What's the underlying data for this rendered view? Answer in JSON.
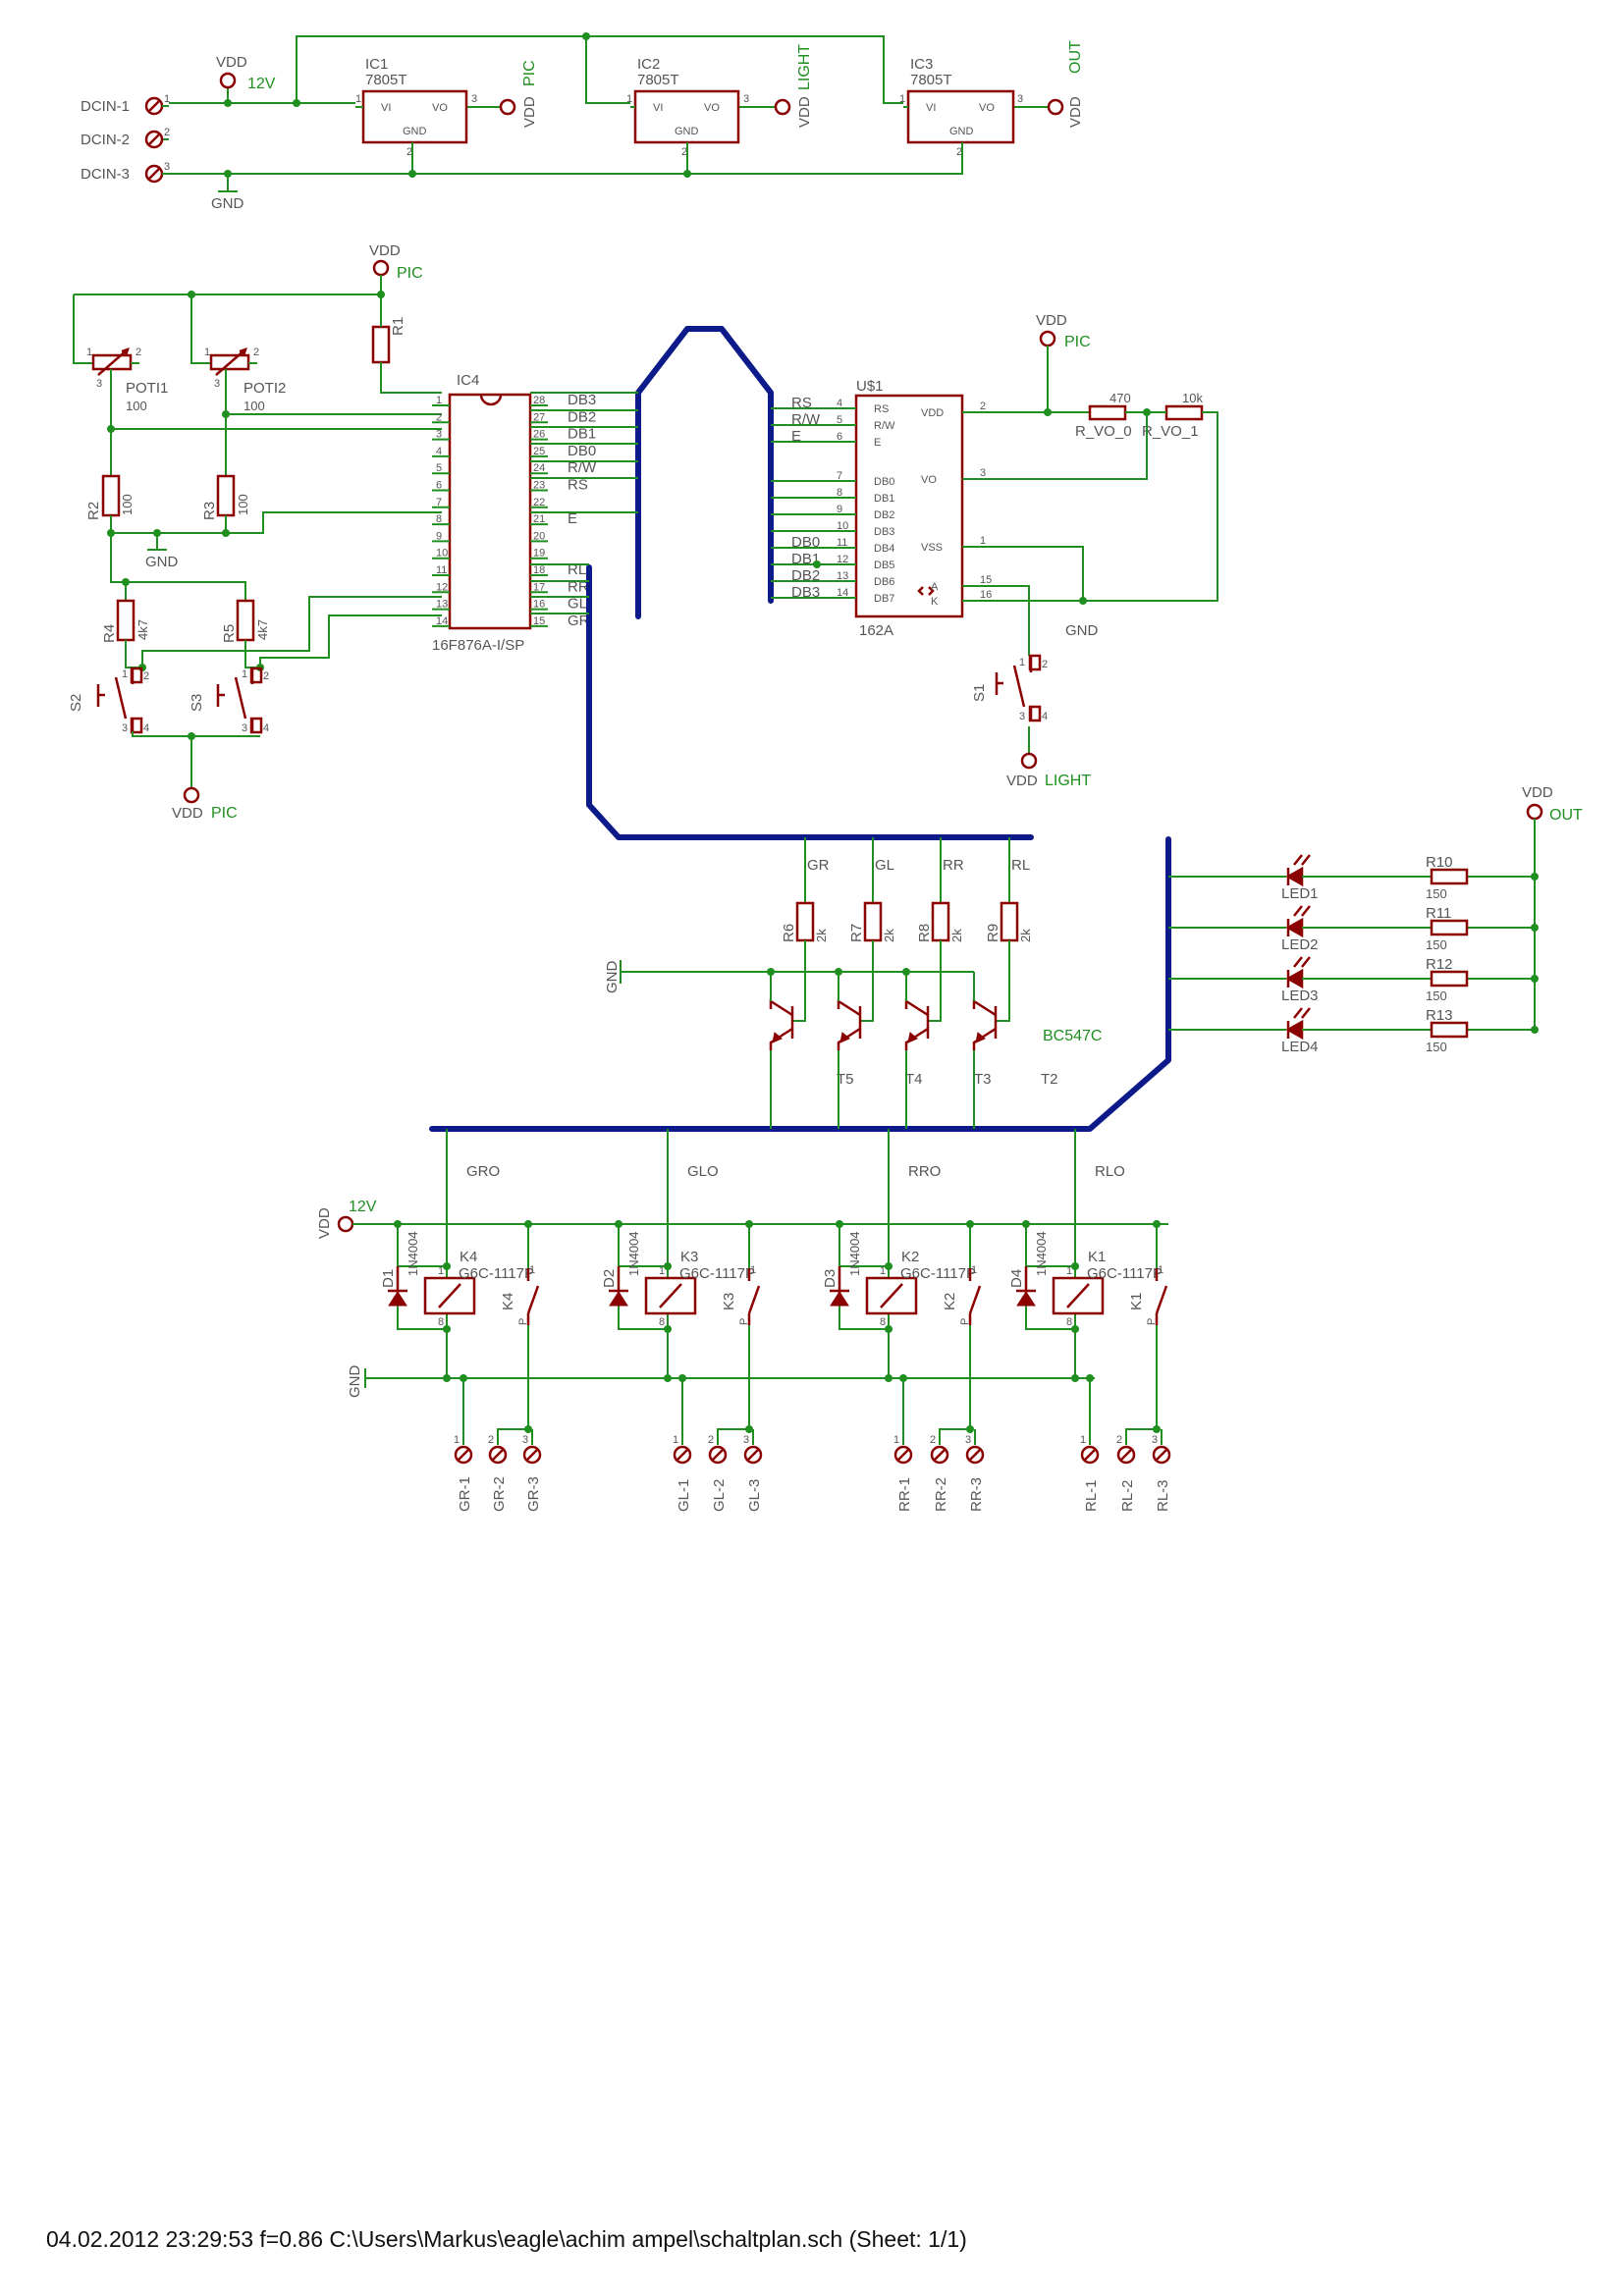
{
  "regulators": [
    {
      "ref": "IC1",
      "part": "7805T",
      "vi": "VI",
      "vo": "VO",
      "gnd": "GND",
      "out_supply": "VDD",
      "out_net": "PIC"
    },
    {
      "ref": "IC2",
      "part": "7805T",
      "vi": "VI",
      "vo": "VO",
      "gnd": "GND",
      "out_supply": "VDD",
      "out_net": "LIGHT"
    },
    {
      "ref": "IC3",
      "part": "7805T",
      "vi": "VI",
      "vo": "VO",
      "gnd": "GND",
      "out_supply": "VDD",
      "out_net": "OUT"
    }
  ],
  "dc_in": [
    "DCIN-1",
    "DCIN-2",
    "DCIN-3"
  ],
  "supply": {
    "vdd": "VDD",
    "v12": "12V",
    "gnd": "GND",
    "pic": "PIC",
    "light": "LIGHT",
    "out": "OUT"
  },
  "pots": [
    {
      "ref": "POTI1",
      "value": "100"
    },
    {
      "ref": "POTI2",
      "value": "100"
    }
  ],
  "resistors": {
    "r1": {
      "ref": "R1"
    },
    "r2": {
      "ref": "R2",
      "value": "100"
    },
    "r3": {
      "ref": "R3",
      "value": "100"
    },
    "r4": {
      "ref": "R4",
      "value": "4k7"
    },
    "r5": {
      "ref": "R5",
      "value": "4k7"
    },
    "r6": {
      "ref": "R6",
      "value": "2k"
    },
    "r7": {
      "ref": "R7",
      "value": "2k"
    },
    "r8": {
      "ref": "R8",
      "value": "2k"
    },
    "r9": {
      "ref": "R9",
      "value": "2k"
    },
    "r10": {
      "ref": "R10",
      "value": "150"
    },
    "r11": {
      "ref": "R11",
      "value": "150"
    },
    "r12": {
      "ref": "R12",
      "value": "150"
    },
    "r13": {
      "ref": "R13",
      "value": "150"
    },
    "rvo0": {
      "ref": "R_VO_0",
      "value": "470"
    },
    "rvo1": {
      "ref": "R_VO_1",
      "value": "10k"
    }
  },
  "switches": [
    "S1",
    "S2",
    "S3"
  ],
  "mcu": {
    "ref": "IC4",
    "part": "16F876A-I/SP",
    "left_pins": [
      "1",
      "2",
      "3",
      "4",
      "5",
      "6",
      "7",
      "8",
      "9",
      "10",
      "11",
      "12",
      "13",
      "14"
    ],
    "right_pins": [
      "28",
      "27",
      "26",
      "25",
      "24",
      "23",
      "22",
      "21",
      "20",
      "19",
      "18",
      "17",
      "16",
      "15"
    ],
    "right_nets": [
      "DB3",
      "DB2",
      "DB1",
      "DB0",
      "R/W",
      "RS",
      "",
      "E",
      "",
      "",
      "RL",
      "RR",
      "GL",
      "GR"
    ]
  },
  "lcd": {
    "ref": "U$1",
    "part": "162A",
    "left_pins": [
      {
        "num": "4",
        "name": "RS",
        "net": "RS"
      },
      {
        "num": "5",
        "name": "R/W",
        "net": "R/W"
      },
      {
        "num": "6",
        "name": "E",
        "net": "E"
      },
      {
        "num": "7",
        "name": "DB0",
        "net": ""
      },
      {
        "num": "8",
        "name": "DB1",
        "net": ""
      },
      {
        "num": "9",
        "name": "DB2",
        "net": ""
      },
      {
        "num": "10",
        "name": "DB3",
        "net": ""
      },
      {
        "num": "11",
        "name": "DB4",
        "net": "DB0"
      },
      {
        "num": "12",
        "name": "DB5",
        "net": "DB1"
      },
      {
        "num": "13",
        "name": "DB6",
        "net": "DB2"
      },
      {
        "num": "14",
        "name": "DB7",
        "net": "DB3"
      }
    ],
    "right_pins": [
      {
        "num": "2",
        "name": "VDD"
      },
      {
        "num": "3",
        "name": "VO"
      },
      {
        "num": "1",
        "name": "VSS"
      },
      {
        "num": "15",
        "name": "A"
      },
      {
        "num": "16",
        "name": "K"
      }
    ]
  },
  "driver_nets": [
    "GR",
    "GL",
    "RR",
    "RL"
  ],
  "transistors": {
    "part": "BC547C",
    "refs": [
      "T5",
      "T4",
      "T3",
      "T2"
    ]
  },
  "leds": [
    "LED1",
    "LED2",
    "LED3",
    "LED4"
  ],
  "relay_outs": [
    "GRO",
    "GLO",
    "RRO",
    "RLO"
  ],
  "relays": [
    {
      "diode": "D1",
      "diode_part": "1N4004",
      "coil": "K4",
      "part": "G6C-1117P",
      "contact": "K4",
      "contact_pin": "P",
      "pin1": "1",
      "pin8": "8",
      "sw1": "1",
      "sw2": "2",
      "sw3": "3"
    },
    {
      "diode": "D2",
      "diode_part": "1N4004",
      "coil": "K3",
      "part": "G6C-1117P",
      "contact": "K3",
      "contact_pin": "P",
      "pin1": "1",
      "pin8": "8",
      "sw1": "1",
      "sw2": "2",
      "sw3": "3"
    },
    {
      "diode": "D3",
      "diode_part": "1N4004",
      "coil": "K2",
      "part": "G6C-1117P",
      "contact": "K2",
      "contact_pin": "P",
      "pin1": "1",
      "pin8": "8",
      "sw1": "1",
      "sw2": "2",
      "sw3": "3"
    },
    {
      "diode": "D4",
      "diode_part": "1N4004",
      "coil": "K1",
      "part": "G6C-1117P",
      "contact": "K1",
      "contact_pin": "P",
      "pin1": "1",
      "pin8": "8",
      "sw1": "1",
      "sw2": "2",
      "sw3": "3"
    }
  ],
  "connectors": [
    [
      "GR-1",
      "GR-2",
      "GR-3"
    ],
    [
      "GL-1",
      "GL-2",
      "GL-3"
    ],
    [
      "RR-1",
      "RR-2",
      "RR-3"
    ],
    [
      "RL-1",
      "RL-2",
      "RL-3"
    ]
  ],
  "footer": {
    "text": "04.02.2012 23:29:53  f=0.86  C:\\Users\\Markus\\eagle\\achim ampel\\schaltplan.sch (Sheet: 1/1)"
  }
}
